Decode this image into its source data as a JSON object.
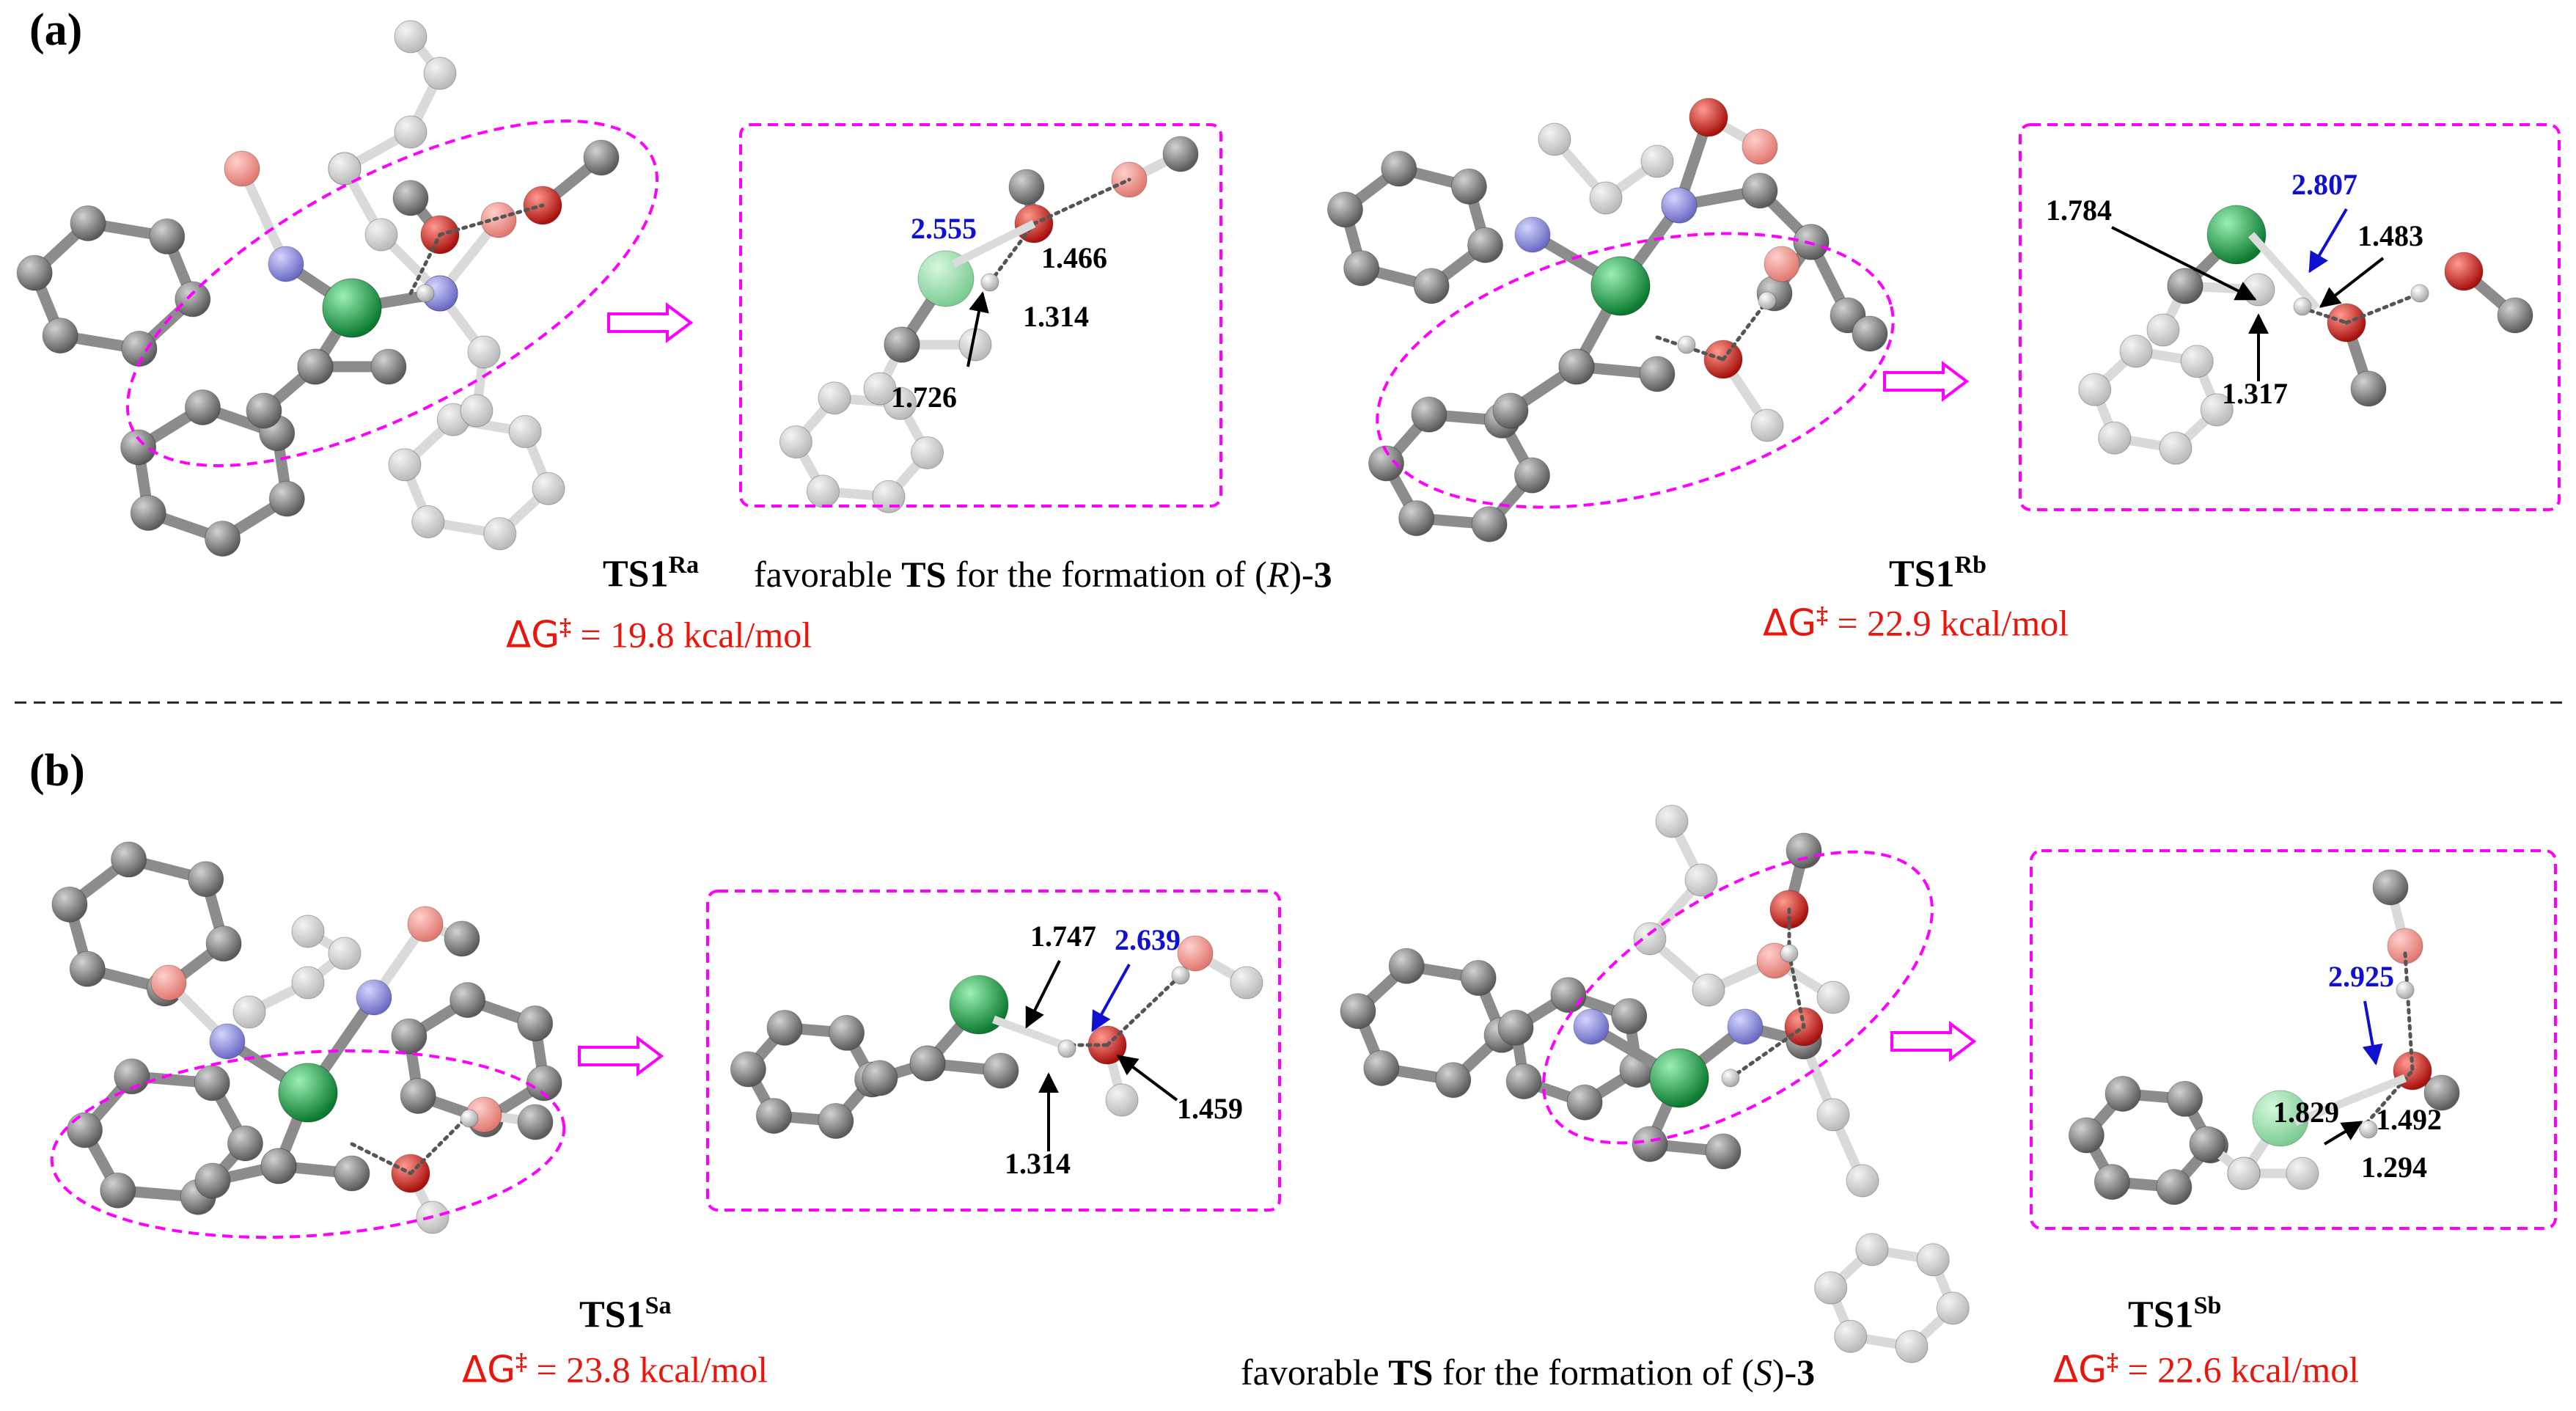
{
  "panels": [
    {
      "id": "a",
      "label": "(a)"
    },
    {
      "id": "b",
      "label": "(b)"
    }
  ],
  "structures": [
    {
      "id": "TS1Ra",
      "name": "TS1",
      "sup": "Ra",
      "dg_symbol": "ΔG",
      "dg_mark": "‡",
      "dg_value": " = 19.8 kcal/mol"
    },
    {
      "id": "TS1Rb",
      "name": "TS1",
      "sup": "Rb",
      "dg_symbol": "ΔG",
      "dg_mark": "‡",
      "dg_value": " = 22.9 kcal/mol"
    },
    {
      "id": "TS1Sa",
      "name": "TS1",
      "sup": "Sa",
      "dg_symbol": "ΔG",
      "dg_mark": "‡",
      "dg_value": " = 23.8 kcal/mol"
    },
    {
      "id": "TS1Sb",
      "name": "TS1",
      "sup": "Sb",
      "dg_symbol": "ΔG",
      "dg_mark": "‡",
      "dg_value": " = 22.6 kcal/mol"
    }
  ],
  "favorable_R": {
    "pre": "favorable ",
    "ts": "TS",
    "mid": " for the formation of (",
    "conf": "R",
    "post": ")-",
    "num": "3"
  },
  "favorable_S": {
    "pre": "favorable ",
    "ts": "TS",
    "mid": " for the formation of (",
    "conf": "S",
    "post": ")-",
    "num": "3"
  },
  "distances": {
    "ra": [
      "2.555",
      "1.466",
      "1.314",
      "1.726"
    ],
    "rb": [
      "2.807",
      "1.784",
      "1.483",
      "1.317"
    ],
    "sa": [
      "1.747",
      "2.639",
      "1.459",
      "1.314"
    ],
    "sb": [
      "2.925",
      "1.829",
      "1.492",
      "1.294"
    ]
  },
  "colors": {
    "carbon": "#7b7b7b",
    "oxygen": "#d8201c",
    "nitrogen": "#8a8ad8",
    "metal": "#19a84a",
    "highlight": "#ff00ff",
    "delta_g": "#e8160c",
    "key_distance": "#1010d0"
  }
}
